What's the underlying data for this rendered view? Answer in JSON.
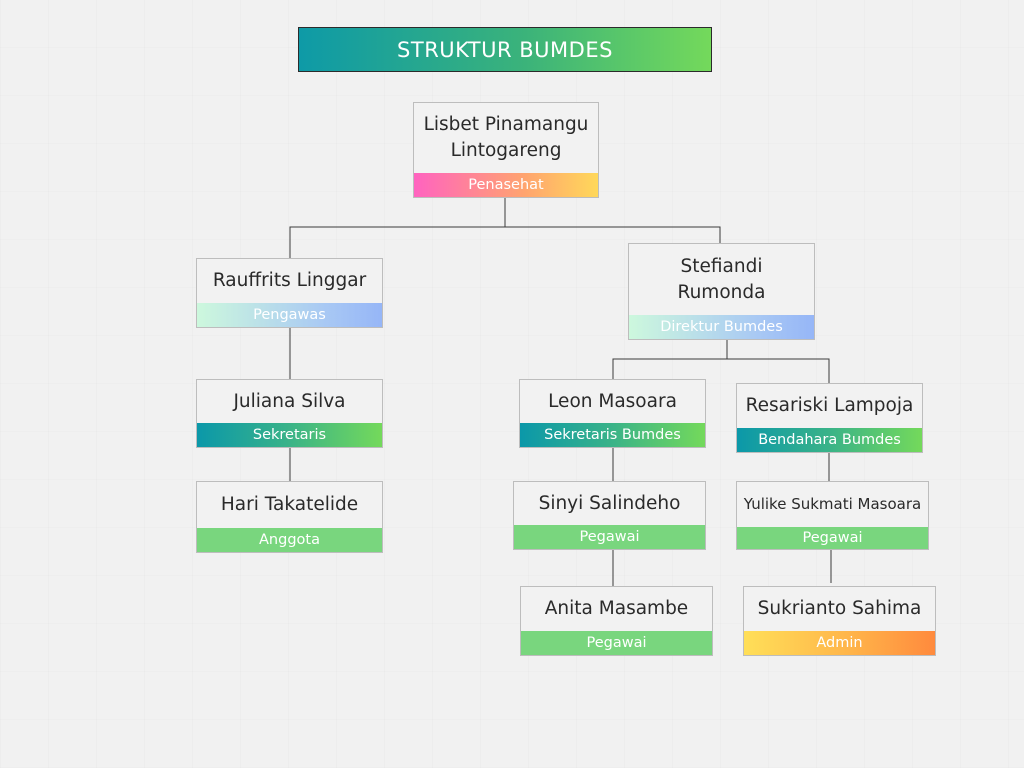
{
  "title": "STRUKTUR BUMDES",
  "colors": {
    "line": "#3a3a3a",
    "card_border": "#bdbdbd",
    "card_bg": "#f2f2f2",
    "text": "#2a2a2a"
  },
  "nodes": {
    "penasehat": {
      "name": "Lisbet Pinamangu Lintogareng",
      "role": "Penasehat"
    },
    "pengawas": {
      "name": "Rauffrits Linggar",
      "role": "Pengawas"
    },
    "direktur": {
      "name": "Stefiandi Rumonda",
      "role": "Direktur Bumdes"
    },
    "sekretaris": {
      "name": "Juliana Silva",
      "role": "Sekretaris"
    },
    "anggota": {
      "name": "Hari Takatelide",
      "role": "Anggota"
    },
    "sekretaris_bumdes": {
      "name": "Leon Masoara",
      "role": "Sekretaris Bumdes"
    },
    "bendahara": {
      "name": "Resariski Lampoja",
      "role": "Bendahara Bumdes"
    },
    "pegawai_1": {
      "name": "Sinyi Salindeho",
      "role": "Pegawai"
    },
    "pegawai_2": {
      "name": "Yulike Sukmati Masoara",
      "role": "Pegawai"
    },
    "pegawai_3": {
      "name": "Anita Masambe",
      "role": "Pegawai"
    },
    "admin": {
      "name": "Sukrianto Sahima",
      "role": "Admin"
    }
  }
}
